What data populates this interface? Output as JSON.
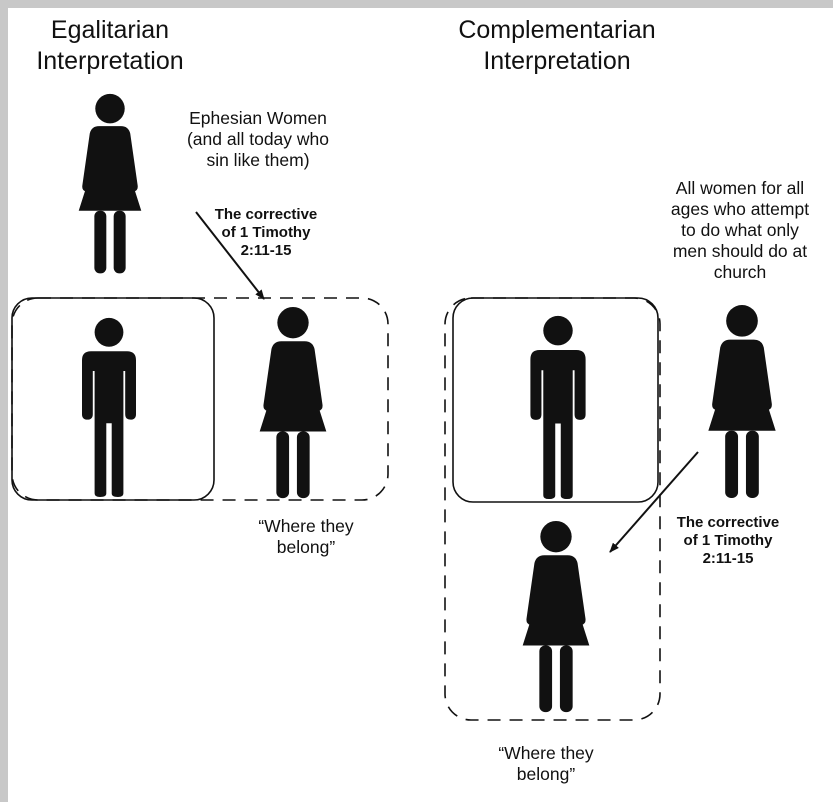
{
  "egalitarian": {
    "heading": "Egalitarian\nInterpretation",
    "woman_label": "Ephesian Women\n(and all today who\nsin like them)",
    "corrective": "The corrective\nof 1 Timothy\n2:11-15",
    "belong": "“Where they\nbelong”"
  },
  "complementarian": {
    "heading": "Complementarian\nInterpretation",
    "woman_label": "All women for all\nages who attempt\nto do what only\nmen should do at\nchurch",
    "corrective": "The corrective\nof 1 Timothy\n2:11-15",
    "belong": "“Where they\nbelong”"
  },
  "colors": {
    "figure": "#111111",
    "background": "#ffffff",
    "border": "#c8c8c8"
  },
  "icons": [
    "woman-icon",
    "man-icon",
    "arrow-icon"
  ]
}
